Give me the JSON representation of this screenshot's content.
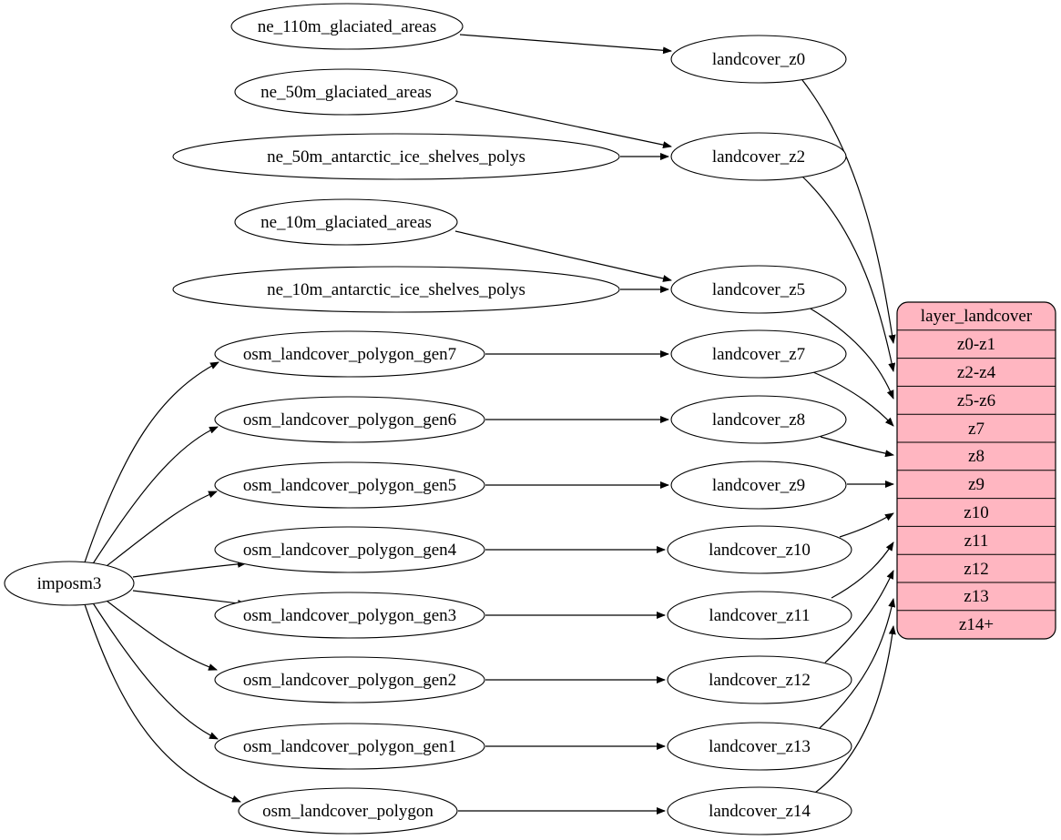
{
  "colors": {
    "table_fill": "#ffb6c1",
    "node_fill": "#ffffff",
    "edge": "#000000"
  },
  "nodes": {
    "imposm3": "imposm3",
    "ne_110m_glaciated_areas": "ne_110m_glaciated_areas",
    "ne_50m_glaciated_areas": "ne_50m_glaciated_areas",
    "ne_50m_antarctic_ice_shelves_polys": "ne_50m_antarctic_ice_shelves_polys",
    "ne_10m_glaciated_areas": "ne_10m_glaciated_areas",
    "ne_10m_antarctic_ice_shelves_polys": "ne_10m_antarctic_ice_shelves_polys",
    "osm_landcover_polygon_gen7": "osm_landcover_polygon_gen7",
    "osm_landcover_polygon_gen6": "osm_landcover_polygon_gen6",
    "osm_landcover_polygon_gen5": "osm_landcover_polygon_gen5",
    "osm_landcover_polygon_gen4": "osm_landcover_polygon_gen4",
    "osm_landcover_polygon_gen3": "osm_landcover_polygon_gen3",
    "osm_landcover_polygon_gen2": "osm_landcover_polygon_gen2",
    "osm_landcover_polygon_gen1": "osm_landcover_polygon_gen1",
    "osm_landcover_polygon": "osm_landcover_polygon",
    "landcover_z0": "landcover_z0",
    "landcover_z2": "landcover_z2",
    "landcover_z5": "landcover_z5",
    "landcover_z7": "landcover_z7",
    "landcover_z8": "landcover_z8",
    "landcover_z9": "landcover_z9",
    "landcover_z10": "landcover_z10",
    "landcover_z11": "landcover_z11",
    "landcover_z12": "landcover_z12",
    "landcover_z13": "landcover_z13",
    "landcover_z14": "landcover_z14"
  },
  "table": {
    "title": "layer_landcover",
    "rows": [
      "z0-z1",
      "z2-z4",
      "z5-z6",
      "z7",
      "z8",
      "z9",
      "z10",
      "z11",
      "z12",
      "z13",
      "z14+"
    ]
  },
  "edges": [
    {
      "from": "ne_110m_glaciated_areas",
      "to": "landcover_z0"
    },
    {
      "from": "ne_50m_glaciated_areas",
      "to": "landcover_z2"
    },
    {
      "from": "ne_50m_antarctic_ice_shelves_polys",
      "to": "landcover_z2"
    },
    {
      "from": "ne_10m_glaciated_areas",
      "to": "landcover_z5"
    },
    {
      "from": "ne_10m_antarctic_ice_shelves_polys",
      "to": "landcover_z5"
    },
    {
      "from": "osm_landcover_polygon_gen7",
      "to": "landcover_z7"
    },
    {
      "from": "osm_landcover_polygon_gen6",
      "to": "landcover_z8"
    },
    {
      "from": "osm_landcover_polygon_gen5",
      "to": "landcover_z9"
    },
    {
      "from": "osm_landcover_polygon_gen4",
      "to": "landcover_z10"
    },
    {
      "from": "osm_landcover_polygon_gen3",
      "to": "landcover_z11"
    },
    {
      "from": "osm_landcover_polygon_gen2",
      "to": "landcover_z12"
    },
    {
      "from": "osm_landcover_polygon_gen1",
      "to": "landcover_z13"
    },
    {
      "from": "osm_landcover_polygon",
      "to": "landcover_z14"
    },
    {
      "from": "imposm3",
      "to": "osm_landcover_polygon_gen7"
    },
    {
      "from": "imposm3",
      "to": "osm_landcover_polygon_gen6"
    },
    {
      "from": "imposm3",
      "to": "osm_landcover_polygon_gen5"
    },
    {
      "from": "imposm3",
      "to": "osm_landcover_polygon_gen4"
    },
    {
      "from": "imposm3",
      "to": "osm_landcover_polygon_gen3"
    },
    {
      "from": "imposm3",
      "to": "osm_landcover_polygon_gen2"
    },
    {
      "from": "imposm3",
      "to": "osm_landcover_polygon_gen1"
    },
    {
      "from": "imposm3",
      "to": "osm_landcover_polygon"
    },
    {
      "from": "landcover_z0",
      "to": "z0-z1"
    },
    {
      "from": "landcover_z2",
      "to": "z2-z4"
    },
    {
      "from": "landcover_z5",
      "to": "z5-z6"
    },
    {
      "from": "landcover_z7",
      "to": "z7"
    },
    {
      "from": "landcover_z8",
      "to": "z8"
    },
    {
      "from": "landcover_z9",
      "to": "z9"
    },
    {
      "from": "landcover_z10",
      "to": "z10"
    },
    {
      "from": "landcover_z11",
      "to": "z11"
    },
    {
      "from": "landcover_z12",
      "to": "z12"
    },
    {
      "from": "landcover_z13",
      "to": "z13"
    },
    {
      "from": "landcover_z14",
      "to": "z14+"
    }
  ]
}
